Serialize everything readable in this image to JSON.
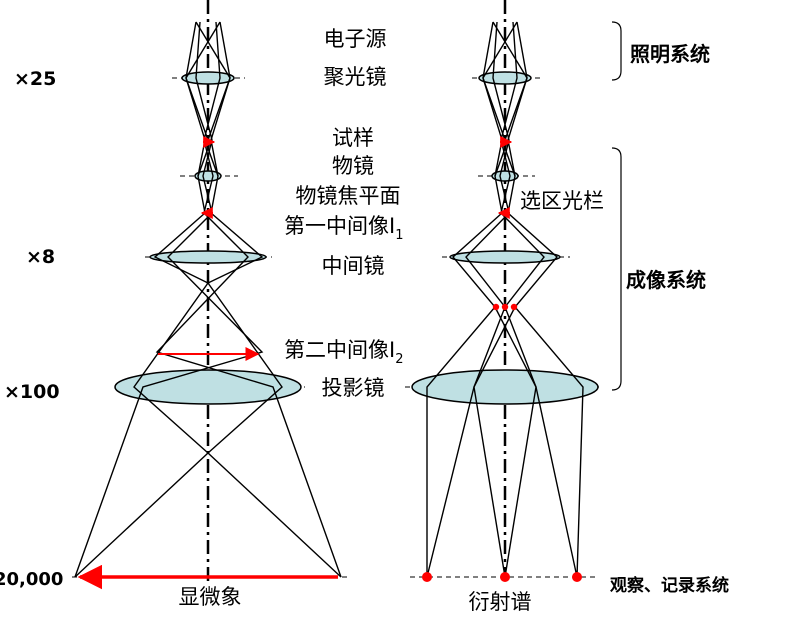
{
  "magnifications": {
    "condenser": "×25",
    "intermediate": "×8",
    "projector": "×100",
    "final": "20,000"
  },
  "left_labels": {
    "electron_source": "电子源",
    "condenser_lens": "聚光镜",
    "specimen": "试样",
    "objective_lens": "物镜",
    "back_focal_plane": "物镜焦平面",
    "first_intermediate_image": "第一中间像I",
    "first_intermediate_sub": "1",
    "intermediate_lens": "中间镜",
    "second_intermediate_image": "第二中间像I",
    "second_intermediate_sub": "2",
    "projector_lens": "投影镜",
    "image_mode": "显微象"
  },
  "right_labels": {
    "selected_area_aperture": "选区光栏",
    "diffraction_mode": "衍射谱"
  },
  "systems": {
    "illumination": "照明系统",
    "imaging": "成像系统",
    "observation": "观察、记录系统"
  },
  "colors": {
    "lens_fill": "#bfe0e3",
    "ray": "#000000",
    "image_arrow": "#ff0000",
    "diffraction_spot": "#ff0000"
  }
}
